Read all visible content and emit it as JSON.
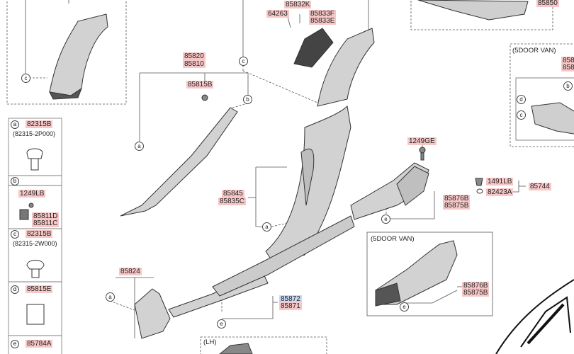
{
  "labels": {
    "p85832K": "85832K",
    "p64263": "64263",
    "p85833F": "85833F",
    "p85833E": "85833E",
    "p85850": "85850",
    "p85820": "85820",
    "p85810": "85810",
    "p85815B": "85815B",
    "p85845": "85845",
    "p85835C": "85835C",
    "p1249GE": "1249GE",
    "p1491LB": "1491LB",
    "p82423A": "82423A",
    "p85744": "85744",
    "p85876B_top": "85876B",
    "p85875B_top": "85875B",
    "p85824": "85824",
    "p85872": "85872",
    "p85871": "85871",
    "p85876B_van": "85876B",
    "p85875B_van": "85875B",
    "p5door_right": "(5DOOR VAN)",
    "p5door_mid": "(5DOOR VAN)",
    "pLH": "(LH)",
    "cut_858a": "858",
    "cut_858b": "858"
  },
  "callouts": {
    "a": "a",
    "b": "b",
    "c": "c",
    "d": "d",
    "e": "e"
  },
  "legend": {
    "a_code": "82315B",
    "a_alt": "(82315-2P000)",
    "b_letter": "b",
    "b_code1": "1249LB",
    "b_code2": "85811D",
    "b_code3": "85811C",
    "c_code": "82315B",
    "c_alt": "(82315-2W000)",
    "d_code": "85815E",
    "e_code": "85784A"
  }
}
